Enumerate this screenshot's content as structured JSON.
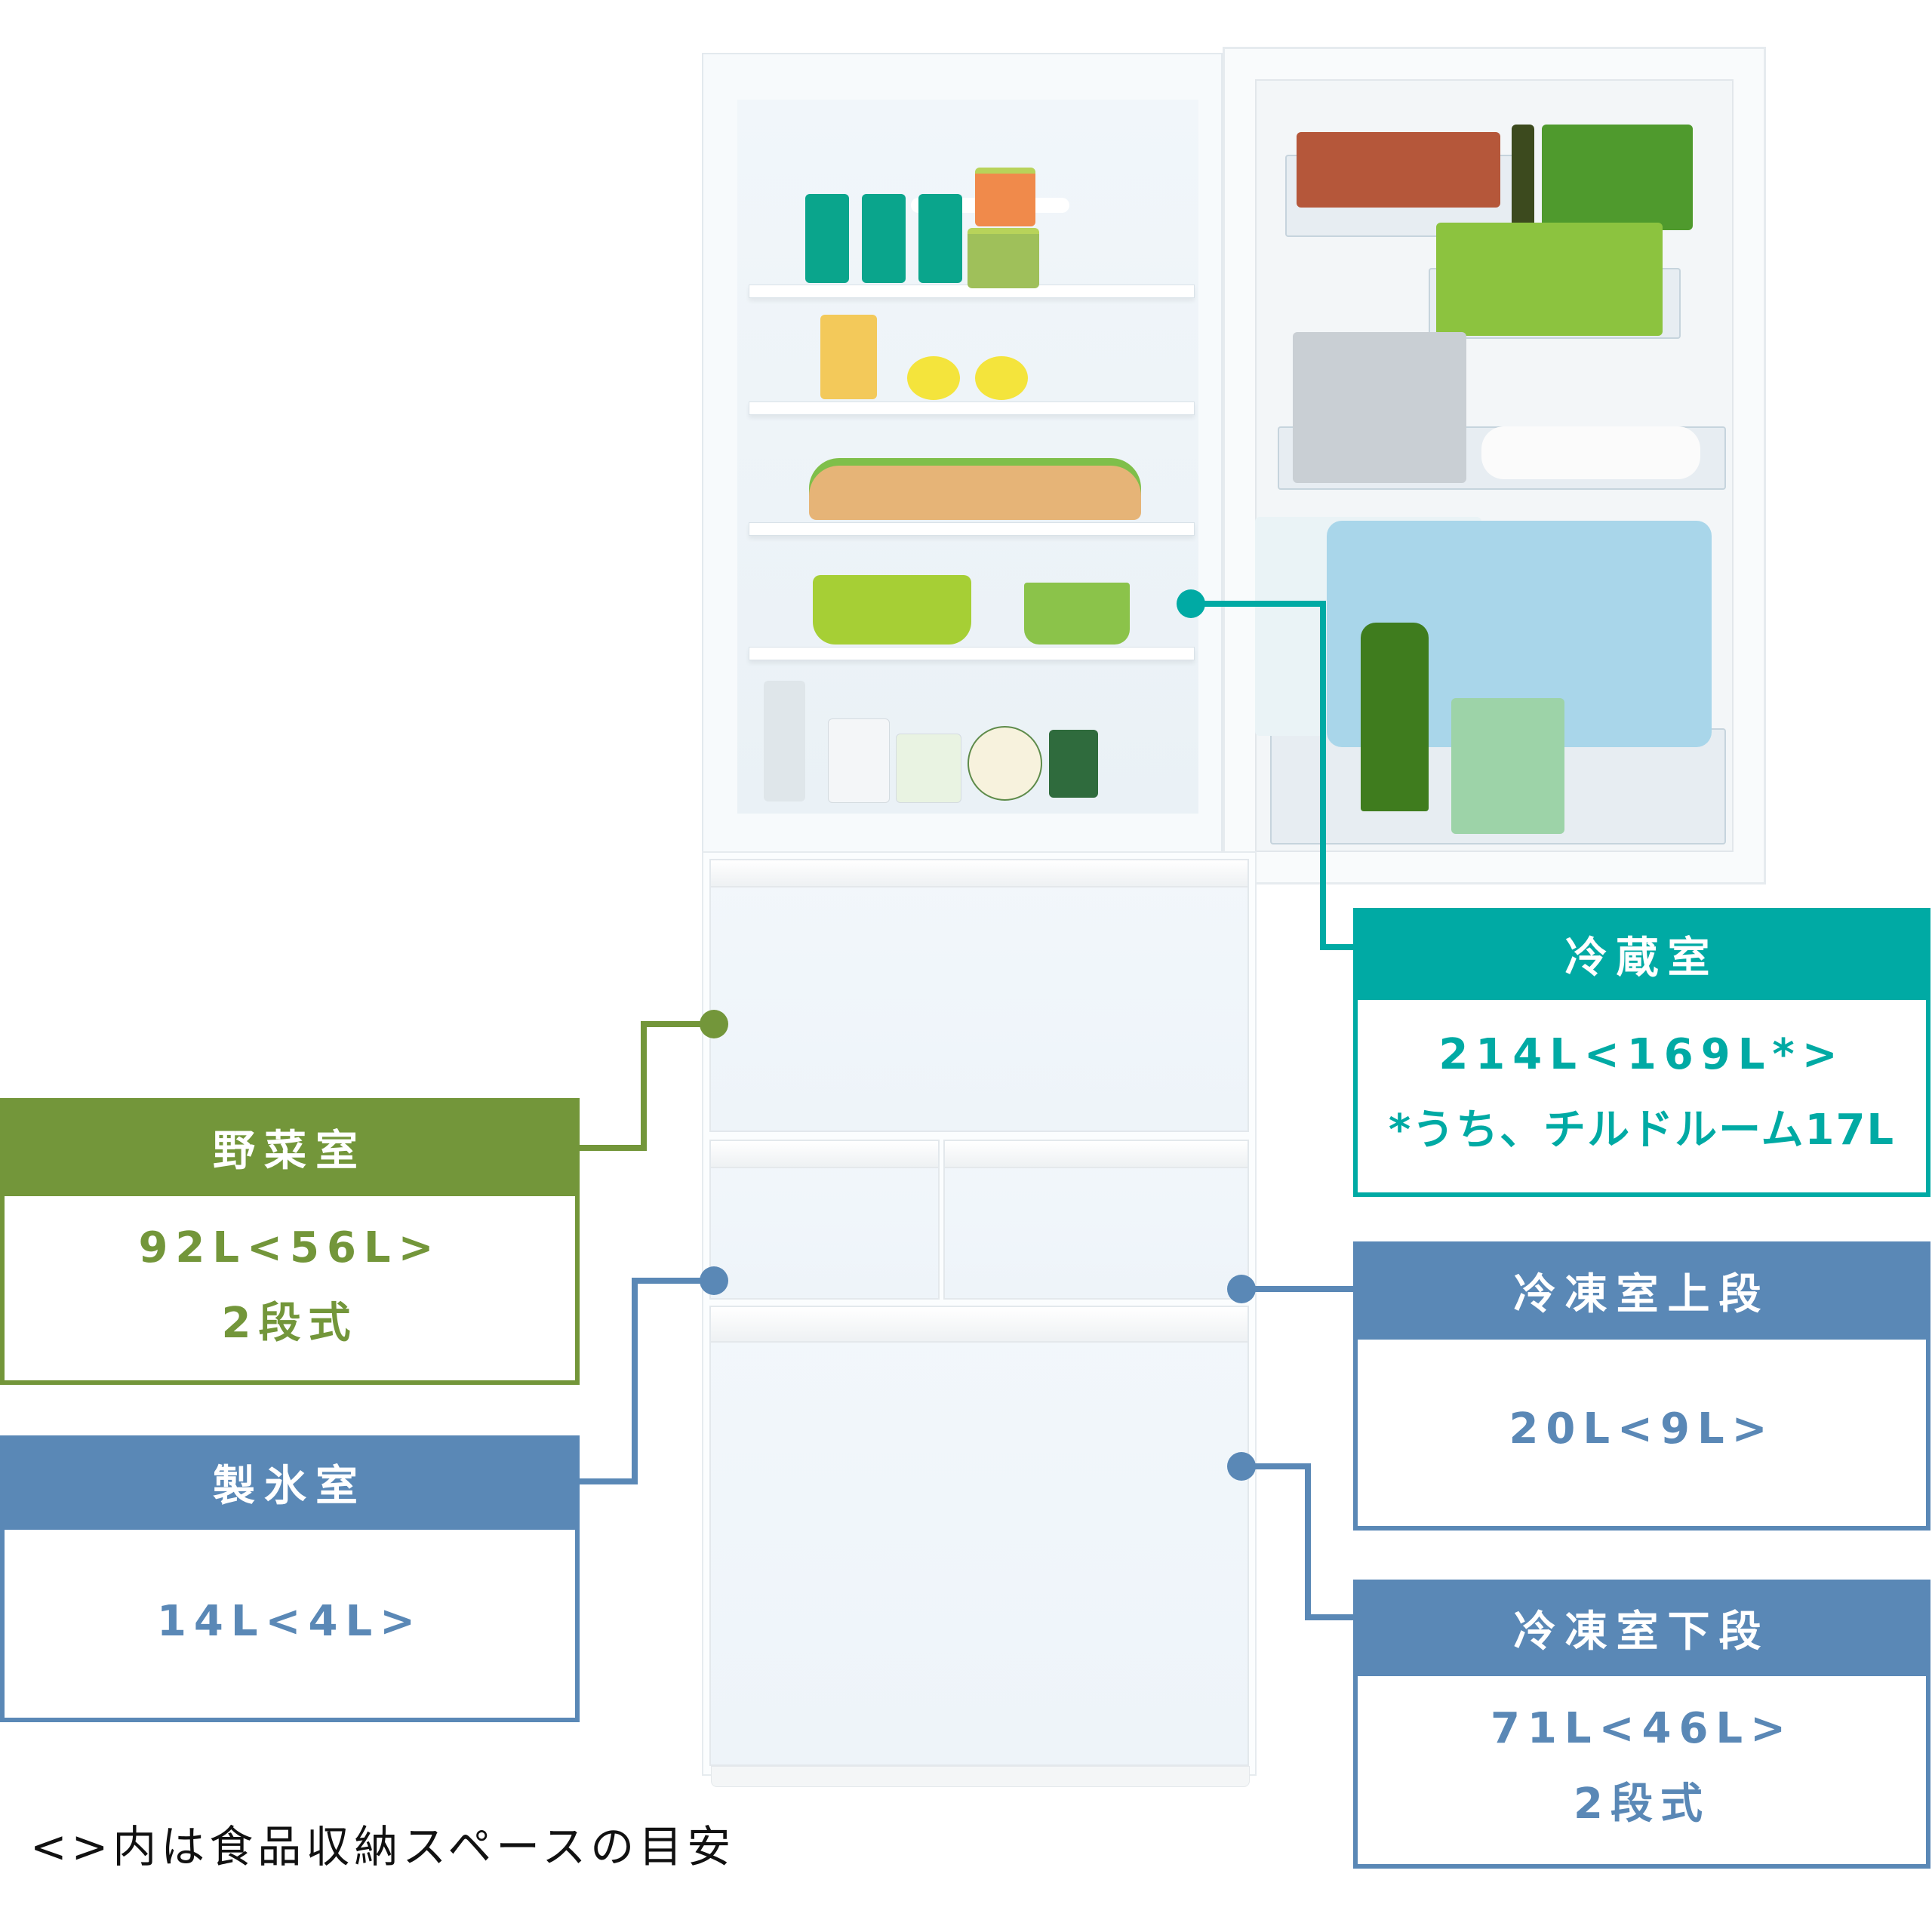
{
  "colors": {
    "refrigerator": "#00aaa4",
    "vegetable": "#73963a",
    "freezer": "#5a88b6",
    "text_dark": "#111111"
  },
  "compartments": {
    "refrigerator": {
      "title": "冷蔵室",
      "capacity": "214L<169L*>",
      "note": "*うち、チルドルーム17L"
    },
    "vegetable": {
      "title": "野菜室",
      "capacity": "92L<56L>",
      "note": "2段式"
    },
    "ice_maker": {
      "title": "製氷室",
      "capacity": "14L<4L>"
    },
    "freezer_upper": {
      "title": "冷凍室上段",
      "capacity": "20L<9L>"
    },
    "freezer_lower": {
      "title": "冷凍室下段",
      "capacity": "71L<46L>",
      "note": "2段式"
    }
  },
  "footnote": "<>内は食品収納スペースの目安"
}
